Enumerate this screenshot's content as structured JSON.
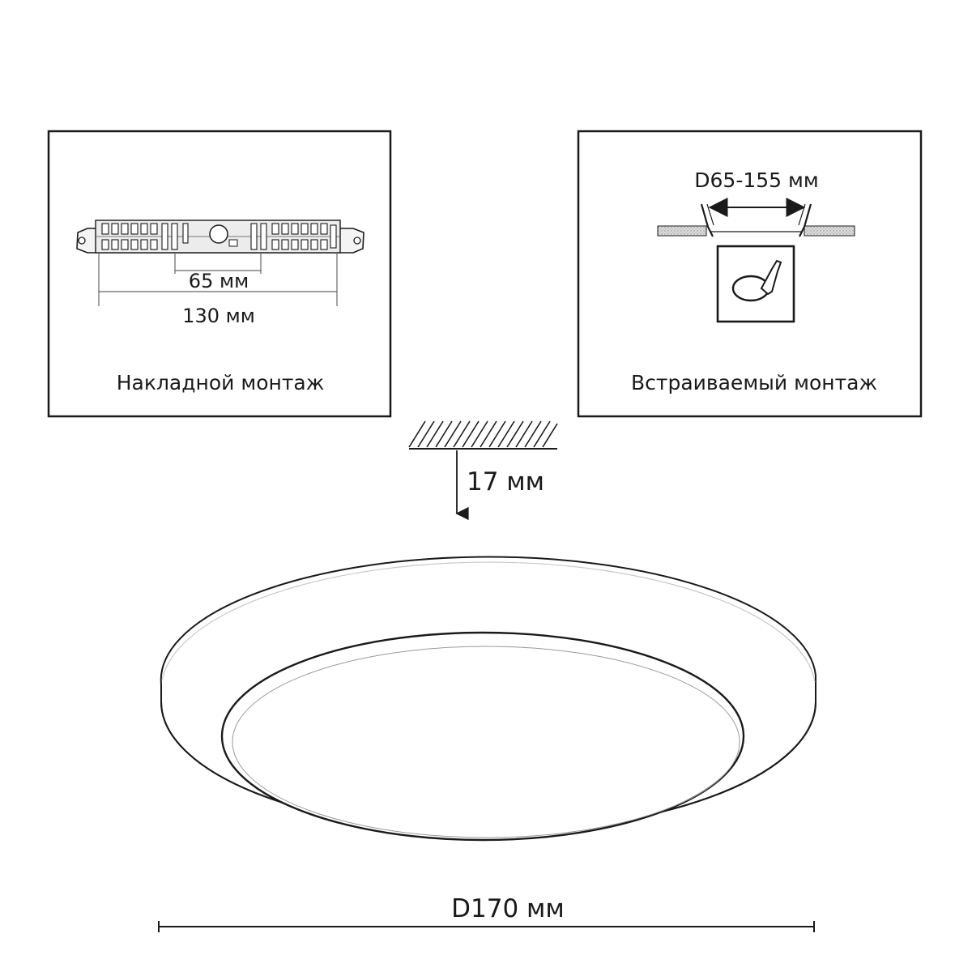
{
  "surface_mount": {
    "caption": "Накладной монтаж",
    "dim_holes": "65 мм",
    "dim_length": "130 мм"
  },
  "recessed_mount": {
    "caption": "Встраиваемый монтаж",
    "dim_cutout": "D65-155 мм"
  },
  "fixture": {
    "dim_height": "17 мм",
    "dim_diameter": "D170 мм"
  }
}
